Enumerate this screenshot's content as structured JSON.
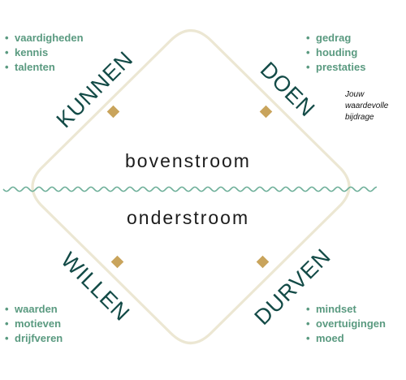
{
  "quadrants": {
    "top_left": {
      "label": "KUNNEN",
      "items": [
        "vaardigheden",
        "kennis",
        "talenten"
      ]
    },
    "top_right": {
      "label": "DOEN",
      "items": [
        "gedrag",
        "houding",
        "prestaties"
      ]
    },
    "bottom_left": {
      "label": "WILLEN",
      "items": [
        "waarden",
        "motieven",
        "drijfveren"
      ]
    },
    "bottom_right": {
      "label": "DURVEN",
      "items": [
        "mindset",
        "overtuigingen",
        "moed"
      ]
    }
  },
  "center": {
    "above": "bovenstroom",
    "below": "onderstroom"
  },
  "note": {
    "lines": [
      "Jouw",
      "waardevolle",
      "bijdrage"
    ]
  },
  "colors": {
    "heading": "#124a46",
    "bullet_text": "#5a9a80",
    "diamond_outline": "#ece7d3",
    "water_line": "#6fb09a",
    "gold": "#c9a45c"
  }
}
